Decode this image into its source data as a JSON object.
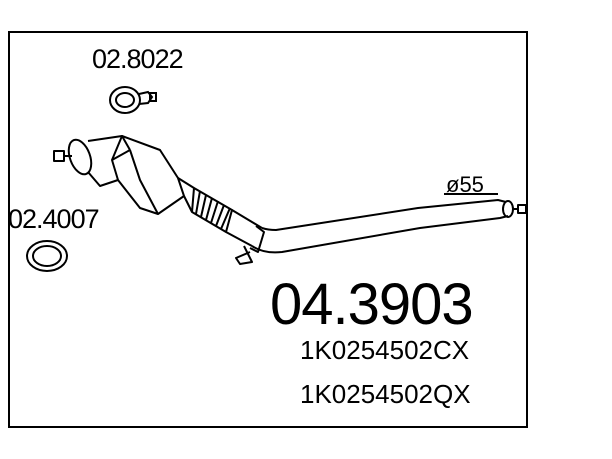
{
  "part_number": "04.3903",
  "oem_numbers": [
    "1K0254502CX",
    "1K0254502QX"
  ],
  "pipe_diameter_label": "ø55",
  "accessories": [
    {
      "ref": "02.8022",
      "icon": "clamp-ring-icon"
    },
    {
      "ref": "02.4007",
      "icon": "gasket-ring-icon"
    }
  ],
  "colors": {
    "line": "#000000",
    "background": "#ffffff"
  }
}
